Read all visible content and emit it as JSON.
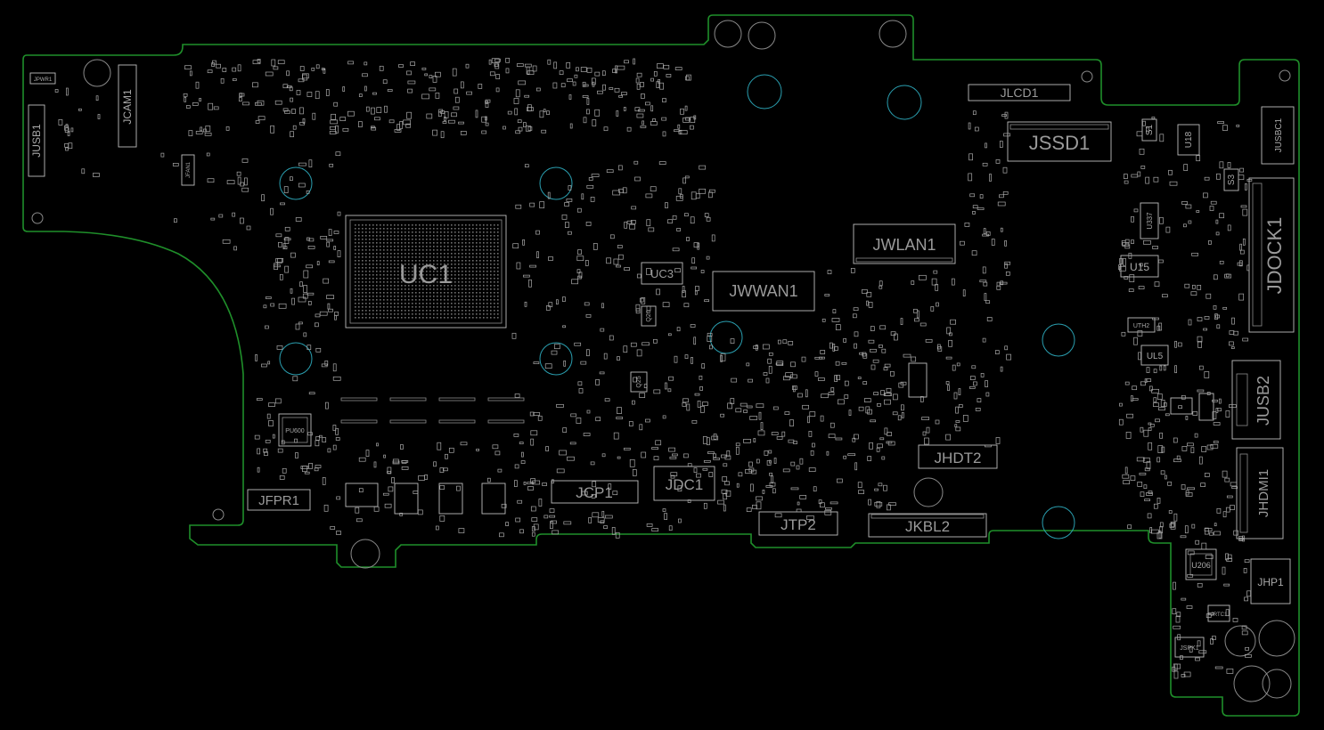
{
  "board": {
    "colors": {
      "background": "#000000",
      "outline": "#1f8f2a",
      "mounting_hole": "#2a9fb0",
      "component": "#bdbdbd",
      "label": "#9a9a9a"
    }
  },
  "components": {
    "uc1": "UC1",
    "uc3": "UC3",
    "jwwan1": "JWWAN1",
    "jwlan1": "JWLAN1",
    "jlcd1": "JLCD1",
    "jssd1": "JSSD1",
    "jdock1": "JDOCK1",
    "jusb2": "JUSB2",
    "jhdmi1": "JHDMI1",
    "jhp1": "JHP1",
    "jspk1": "JSPK1",
    "jrtc1": "JRTC1",
    "u206": "U206",
    "u15": "U15",
    "u337": "U337",
    "u18": "U18",
    "ul5": "UL5",
    "uth2": "UTH2",
    "s1": "S1",
    "s3": "S3",
    "jusbc1": "JUSBC1",
    "jhdt2": "JHDT2",
    "jkbl2": "JKBL2",
    "jtp2": "JTP2",
    "jdc1": "JDC1",
    "jcp1": "JCP1",
    "jfpr1": "JFPR1",
    "jusb1": "JUSB1",
    "jcam1": "JCAM1",
    "jpwr1": "JPWR1",
    "jfan1": "JFAN1",
    "pu600": "PU600",
    "q25": "Q25",
    "q26": "Q26"
  }
}
